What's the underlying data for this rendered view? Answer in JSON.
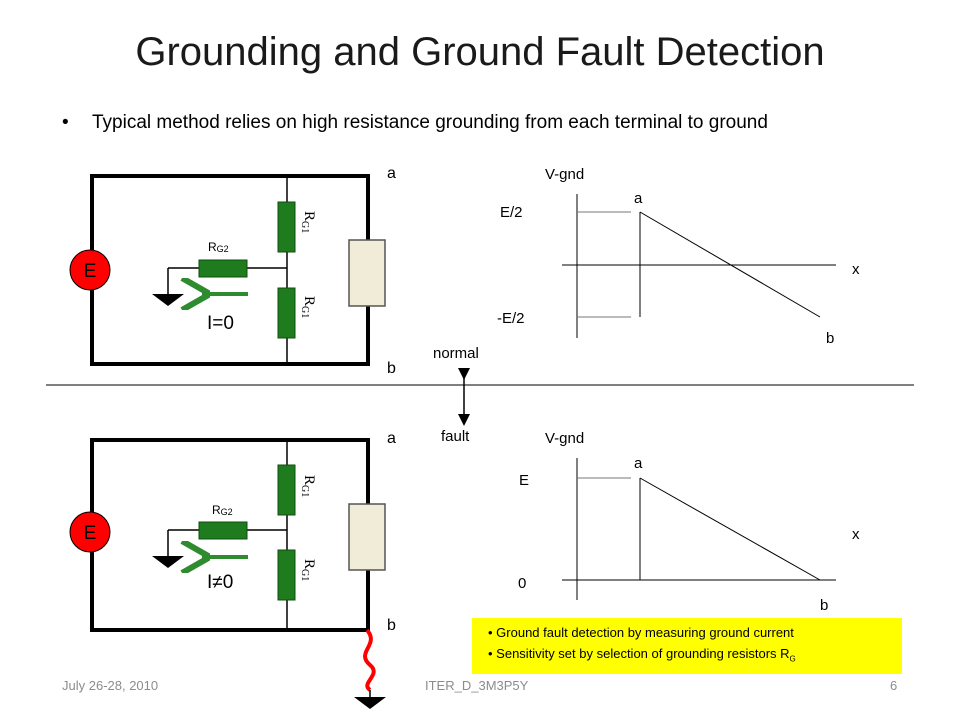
{
  "slide": {
    "title": "Grounding and Ground Fault Detection",
    "bullet": "Typical method relies on high resistance grounding from each terminal to ground"
  },
  "normal_circuit": {
    "source_label": "E",
    "resistor_top": "R",
    "resistor_top_sub": "G1",
    "resistor_bottom": "R",
    "resistor_bottom_sub": "G1",
    "resistor_ground": "R",
    "resistor_ground_sub": "G2",
    "current_label": "I=0",
    "terminal_a": "a",
    "terminal_b": "b"
  },
  "fault_circuit": {
    "source_label": "E",
    "resistor_top": "R",
    "resistor_top_sub": "G1",
    "resistor_bottom": "R",
    "resistor_bottom_sub": "G1",
    "resistor_ground": "R",
    "resistor_ground_sub": "G2",
    "current_label": "I≠0",
    "terminal_a": "a",
    "terminal_b": "b"
  },
  "state_labels": {
    "normal": "normal",
    "fault": "fault"
  },
  "graph_normal": {
    "y_title": "V-gnd",
    "y_top": "E/2",
    "y_bottom": "-E/2",
    "x_label": "x",
    "point_a": "a",
    "point_b": "b"
  },
  "graph_fault": {
    "y_title": "V-gnd",
    "y_top": "E",
    "y_bottom": "0",
    "x_label": "x",
    "point_a": "a",
    "point_b": "b"
  },
  "note": {
    "line1": "Ground fault detection by measuring ground current",
    "line2_prefix": "Sensitivity set by selection of grounding resistors R",
    "line2_sub": "G"
  },
  "footer": {
    "date": "July 26-28, 2010",
    "doc_id": "ITER_D_3M3P5Y",
    "page": "6"
  },
  "colors": {
    "source_fill": "#ff0000",
    "resistor_fill": "#1e7b1e",
    "arrow": "#2e8b2e",
    "load_fill": "#f0ecd8",
    "note_bg": "#ffff00",
    "fault_wire": "#ff0000"
  }
}
